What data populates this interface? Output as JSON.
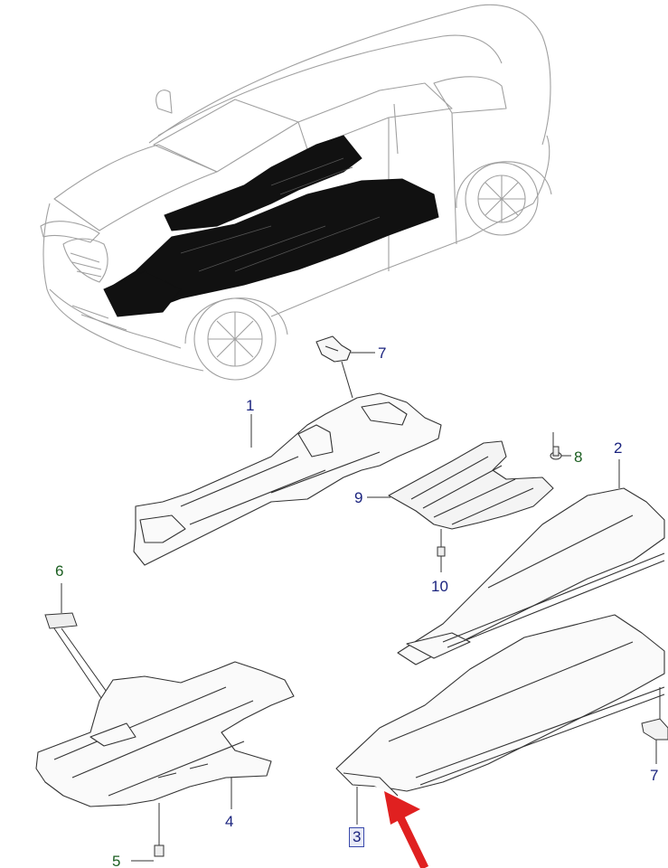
{
  "diagram": {
    "callouts": [
      {
        "id": "c1",
        "text": "1",
        "color": "#1a237e"
      },
      {
        "id": "c2",
        "text": "2",
        "color": "#1a237e"
      },
      {
        "id": "c3",
        "text": "3",
        "color": "#1a237e",
        "highlighted": true
      },
      {
        "id": "c4",
        "text": "4",
        "color": "#1a237e"
      },
      {
        "id": "c5",
        "text": "5",
        "color": "#1b5e20"
      },
      {
        "id": "c6",
        "text": "6",
        "color": "#1b5e20"
      },
      {
        "id": "c7a",
        "text": "7",
        "color": "#1a237e"
      },
      {
        "id": "c7b",
        "text": "7",
        "color": "#1a237e"
      },
      {
        "id": "c8",
        "text": "8",
        "color": "#1b5e20"
      },
      {
        "id": "c9",
        "text": "9",
        "color": "#1a237e"
      },
      {
        "id": "c10",
        "text": "10",
        "color": "#1a237e"
      }
    ],
    "colors": {
      "line": "#333333",
      "light_line": "#9e9e9e",
      "panel_dark": "#111111",
      "arrow": "#e02020",
      "callout_blue": "#1a237e",
      "callout_green": "#1b5e20"
    },
    "icons": [
      "vehicle-outline",
      "underbody-shield",
      "clip-fastener",
      "bracket",
      "pointer-arrow"
    ]
  }
}
